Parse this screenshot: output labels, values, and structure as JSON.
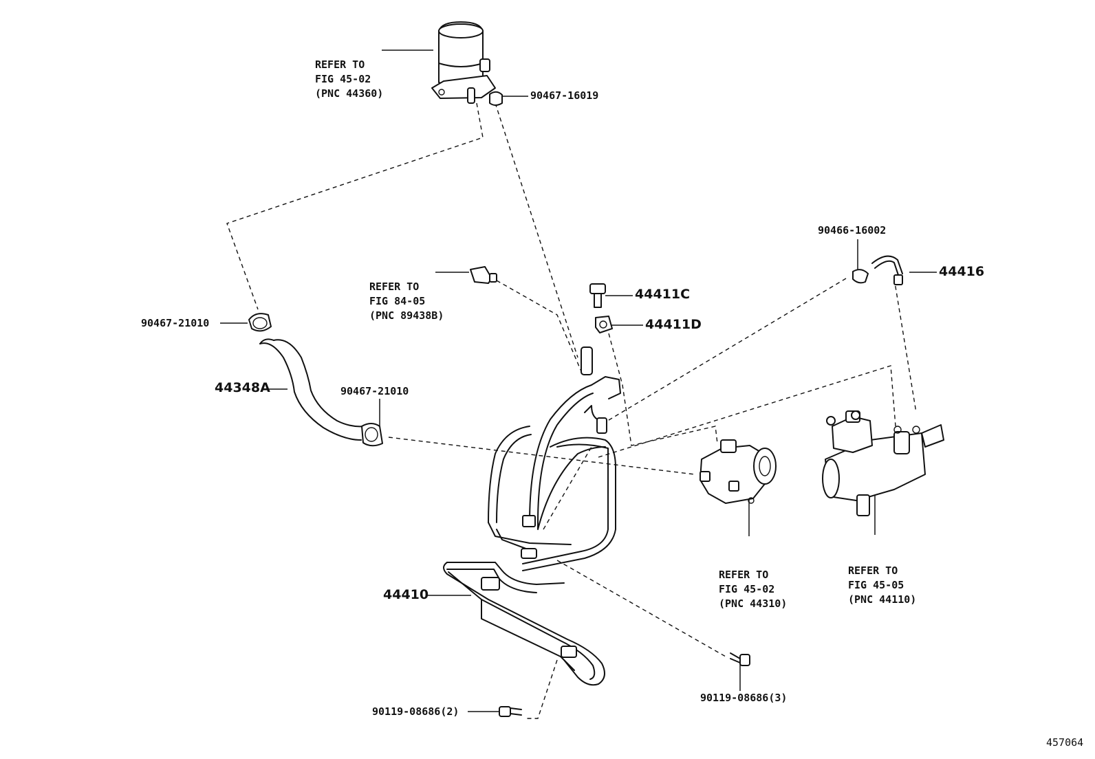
{
  "diagram_id": "457064",
  "labels": {
    "reservoir_ref": [
      "REFER TO",
      "FIG 45-02",
      "(PNC 44360)"
    ],
    "clamp_top": "90467-16019",
    "sensor_ref": [
      "REFER TO",
      "FIG 84-05",
      "(PNC 89438B)"
    ],
    "clamp_left": "90467-21010",
    "hose": "44348A",
    "clamp_mid": "90467-21010",
    "bolt_c": "44411C",
    "gasket_d": "44411D",
    "clamp_right": "90466-16002",
    "tube_44416": "44416",
    "pump_ref": [
      "REFER TO",
      "FIG 45-02",
      "(PNC 44310)"
    ],
    "gear_ref": [
      "REFER TO",
      "FIG 45-05",
      "(PNC 44110)"
    ],
    "tube_assy": "44410",
    "bolt_right": "90119-08686(3)",
    "bolt_bottom": "90119-08686(2)"
  }
}
